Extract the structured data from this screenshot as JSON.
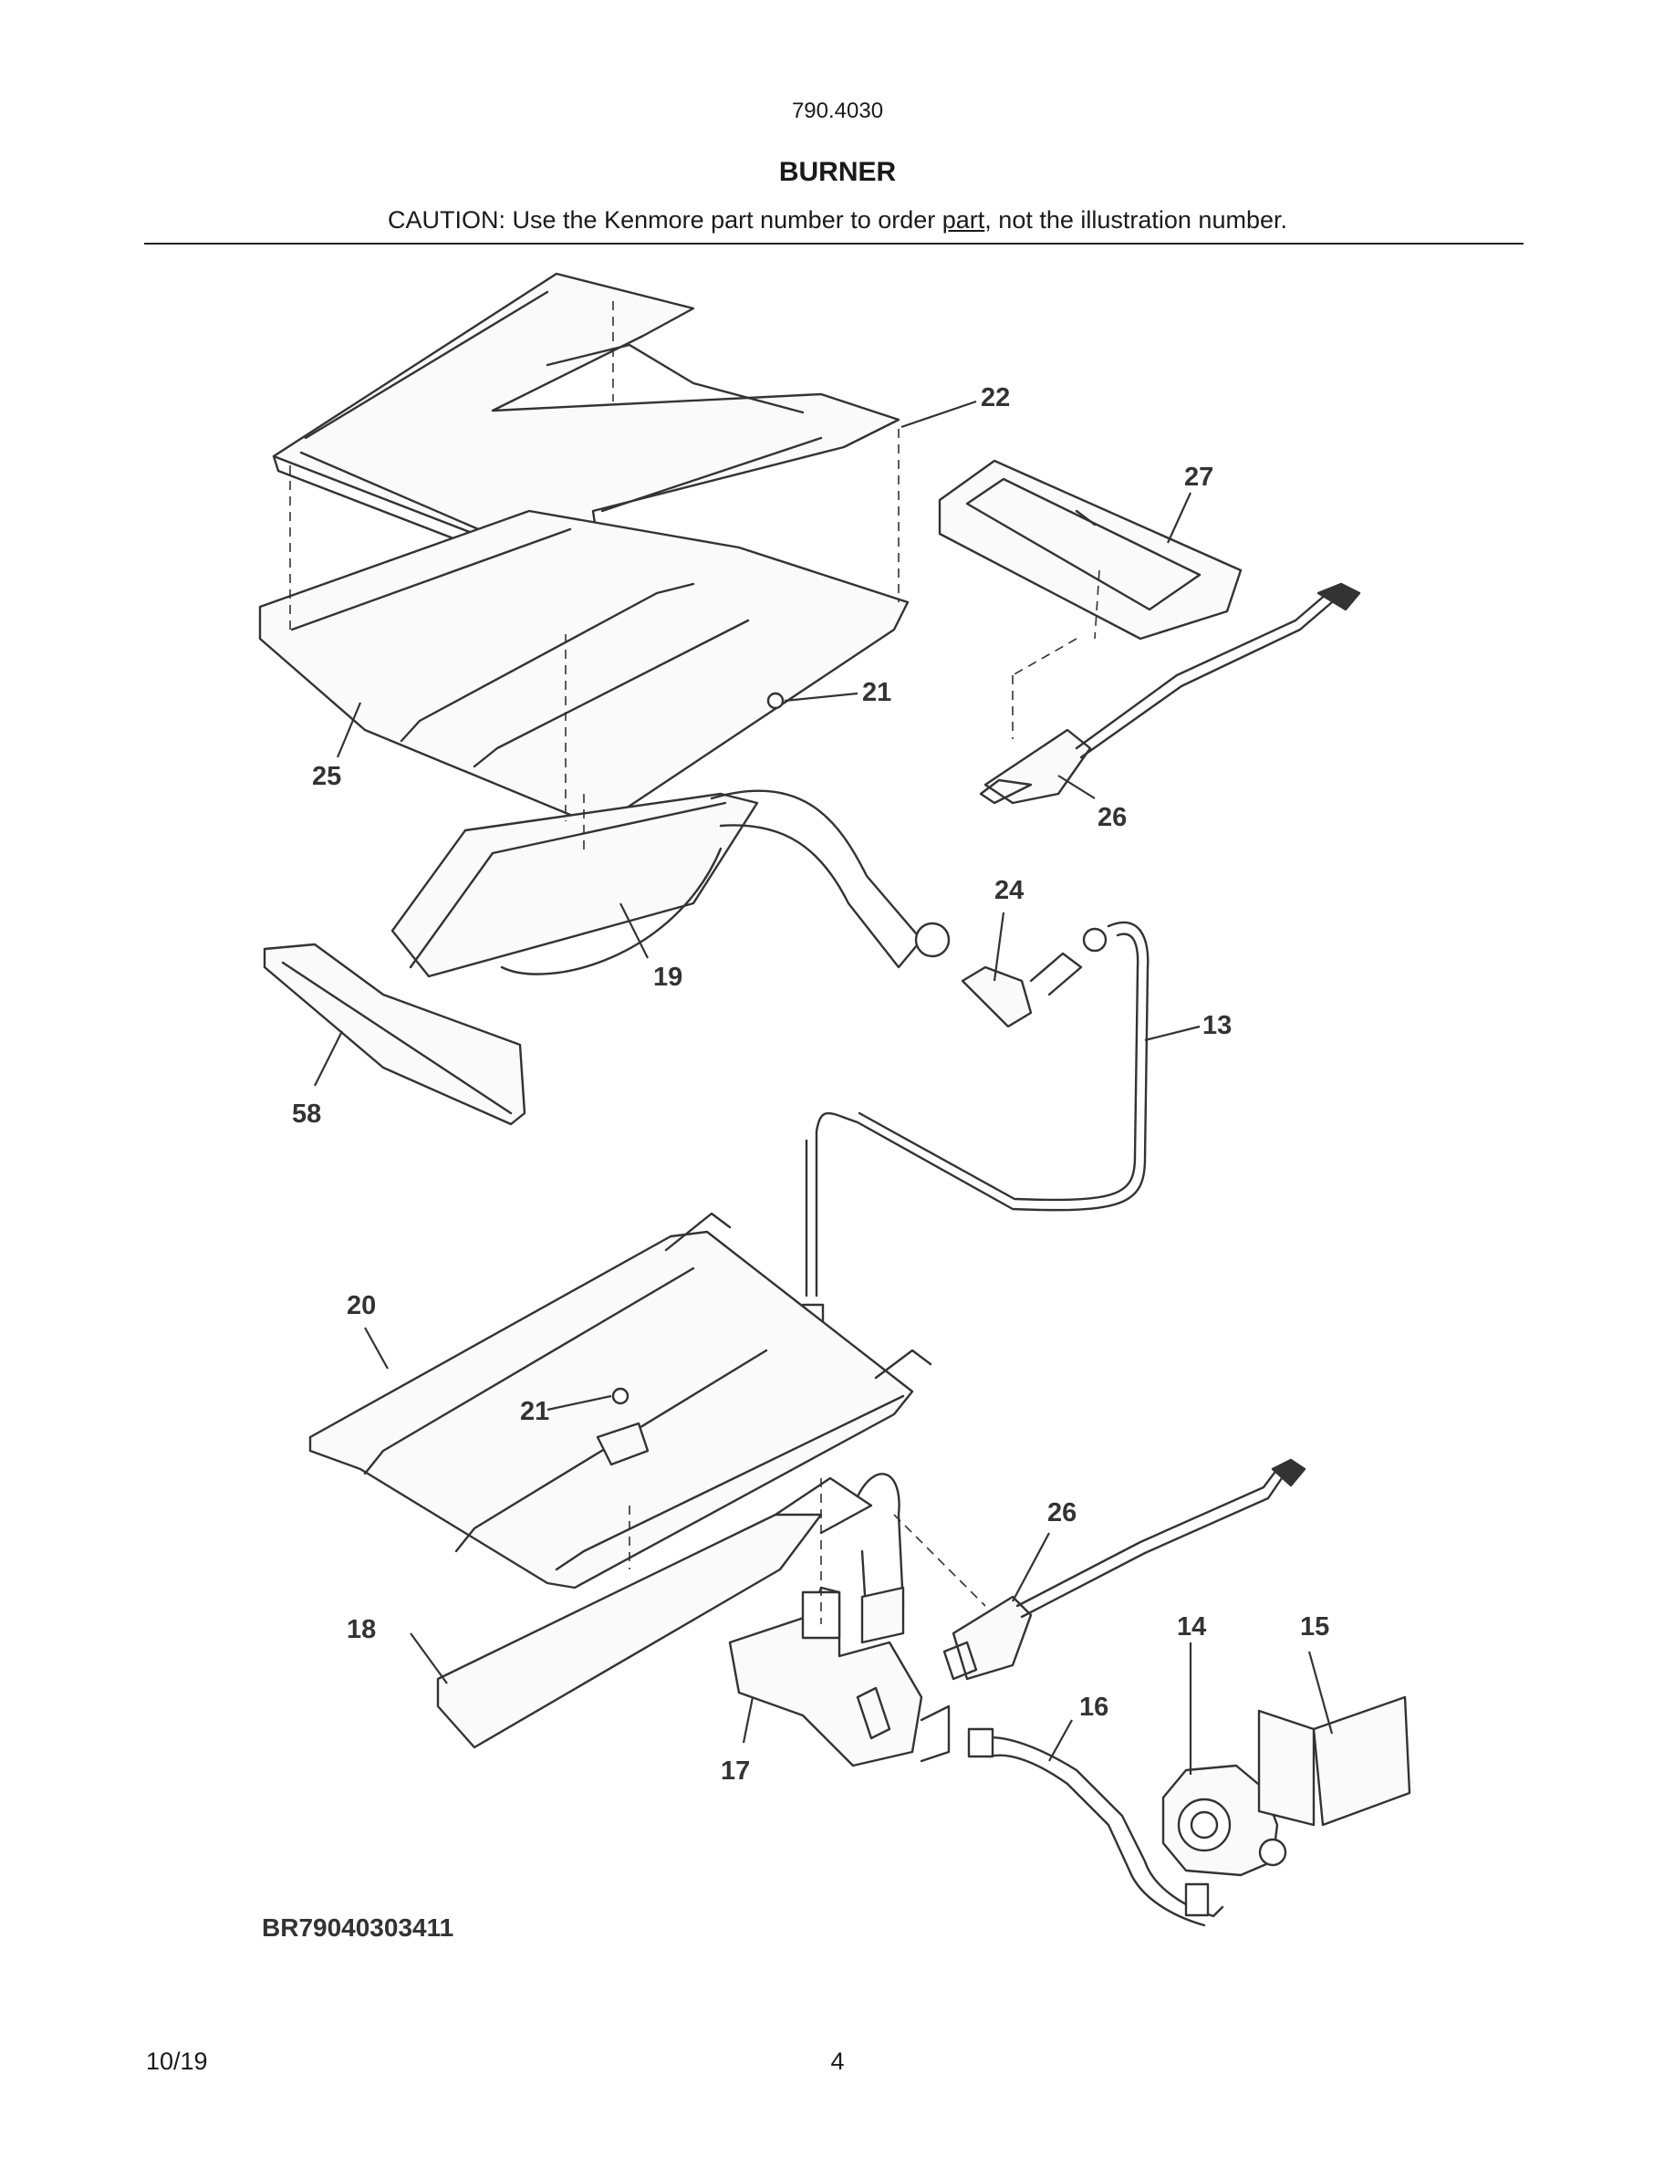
{
  "header": {
    "model_number": "790.4030",
    "section_title": "BURNER",
    "caution_prefix": "CAUTION: Use the Kenmore part number to order ",
    "caution_underlined": "part",
    "caution_suffix": ", not the illustration number."
  },
  "diagram": {
    "reference_code": "BR79040303411",
    "callouts": {
      "c22": "22",
      "c27": "27",
      "c21a": "21",
      "c25": "25",
      "c26a": "26",
      "c24": "24",
      "c19": "19",
      "c13": "13",
      "c58": "58",
      "c20": "20",
      "c21b": "21",
      "c26b": "26",
      "c18": "18",
      "c14": "14",
      "c15": "15",
      "c16": "16",
      "c17": "17"
    }
  },
  "footer": {
    "date": "10/19",
    "page_number": "4"
  }
}
